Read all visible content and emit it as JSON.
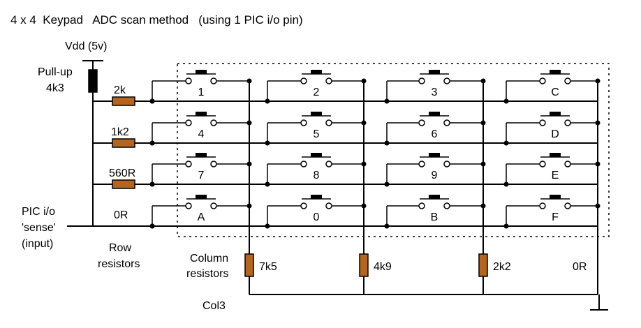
{
  "title": "4 x 4  Keypad   ADC scan method   (using 1 PIC i/o pin)",
  "supply_label": "Vdd (5v)",
  "pullup": {
    "label": "Pull-up",
    "value": "4k3"
  },
  "pic_pin": {
    "line1": "PIC i/o",
    "line2": "'sense'",
    "line3": "(input)"
  },
  "row_resistors": {
    "caption_line1": "Row",
    "caption_line2": "resistors",
    "values": [
      "2k",
      "1k2",
      "560R",
      "0R"
    ]
  },
  "column_resistors": {
    "caption_line1": "Column",
    "caption_line2": "resistors",
    "values": [
      "7k5",
      "4k9",
      "2k2",
      "0R"
    ]
  },
  "col_label": "Col3",
  "keys": [
    [
      "1",
      "2",
      "3",
      "C"
    ],
    [
      "4",
      "5",
      "6",
      "D"
    ],
    [
      "7",
      "8",
      "9",
      "E"
    ],
    [
      "A",
      "0",
      "B",
      "F"
    ]
  ],
  "colors": {
    "resistor": "#b5651d",
    "wire": "#000000",
    "background": "#ffffff"
  }
}
